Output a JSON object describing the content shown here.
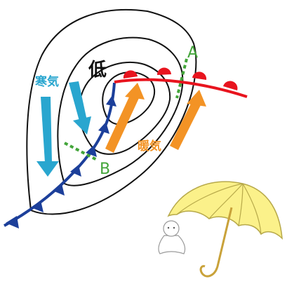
{
  "labels": {
    "low": "低",
    "cold_air": "寒気",
    "warm_air": "暖気",
    "point_a": "A",
    "point_b": "B"
  },
  "icons": {
    "umbrella": "umbrella-icon",
    "teru_teru_bozu": "teru-teru-bozu-icon"
  },
  "colors": {
    "isobar": "#111111",
    "warm_front": "#e8141e",
    "cold_front": "#1c3f9a",
    "cold_air": "#29a6cf",
    "warm_air": "#f39325",
    "section_line": "#43a53a",
    "umbrella_canopy": "#fbf18a",
    "umbrella_handle": "#c9a23a"
  }
}
